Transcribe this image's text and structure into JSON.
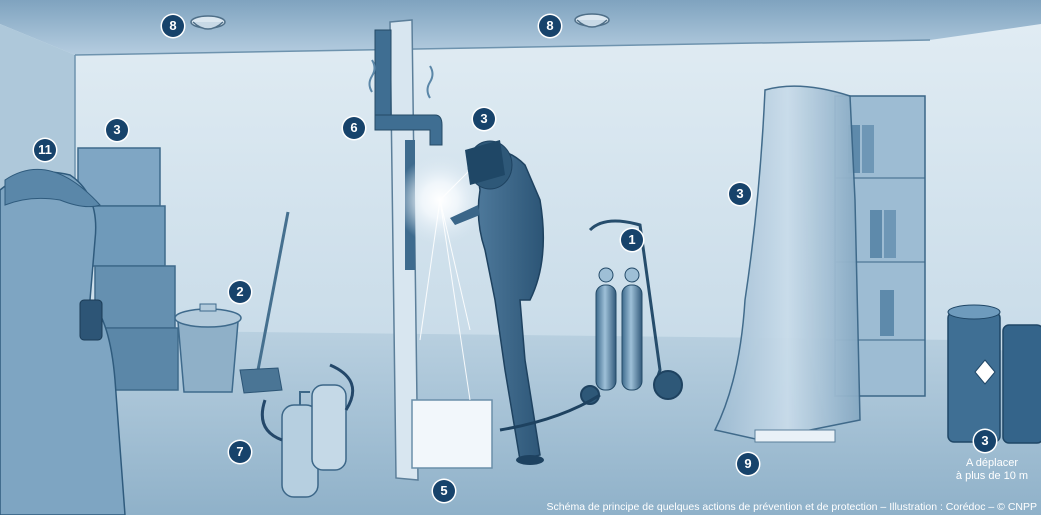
{
  "figure": {
    "markers": {
      "smoke_detector_left": "8",
      "smoke_detector_right": "8",
      "extraction": "6",
      "screen_welder": "3",
      "boxes": "3",
      "observer": "11",
      "waste_bin": "2",
      "gas_cylinders": "1",
      "shelf_cover": "3",
      "extinguishers": "7",
      "floor_protection": "5",
      "blanket": "9",
      "barrels": "3"
    },
    "barrel_note": {
      "line1": "A déplacer",
      "line2": "à plus de 10 m"
    },
    "caption": "Schéma de principe de quelques actions de prévention et de protection – Illustration : Corédoc – © CNPP"
  },
  "colors": {
    "badge": "#17436b",
    "wall": "#c6dae8",
    "floor": "#a9c6d9",
    "ink": "#23435c"
  },
  "icons": [
    "smoke-detector-icon",
    "extinguisher-icon",
    "gas-cylinder-icon",
    "barrel-icon",
    "hazard-icon"
  ]
}
